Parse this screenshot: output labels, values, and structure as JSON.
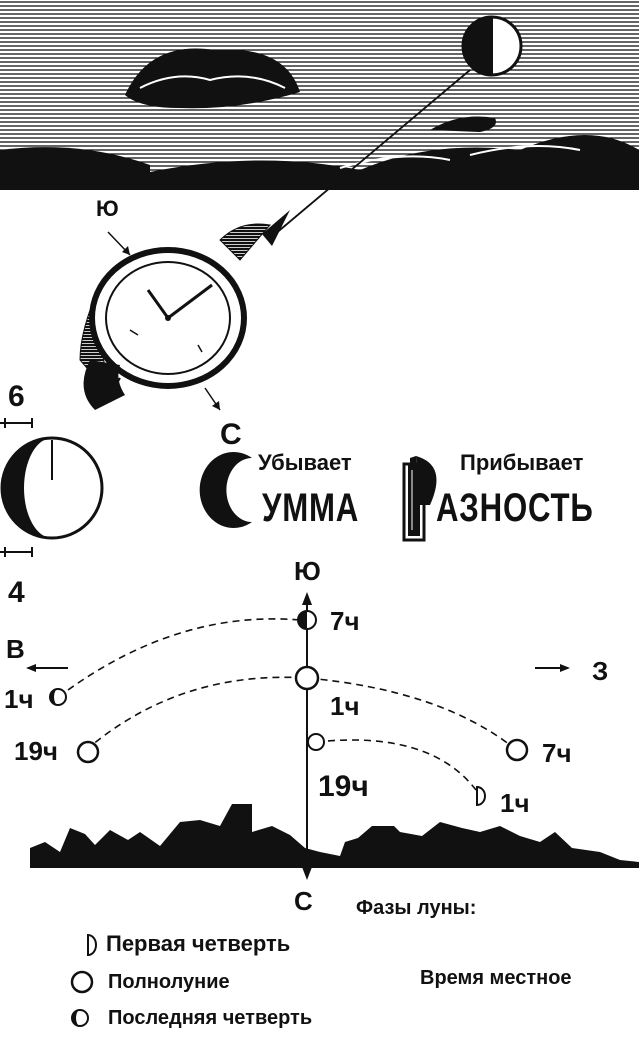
{
  "compass_top": {
    "south": "Ю",
    "north": "С"
  },
  "lunar_disc": {
    "upper_mark": "6",
    "lower_mark": "4"
  },
  "mnemonic": {
    "waning_label": "Убывает",
    "waning_word": "УММА",
    "waxing_label": "Прибывает",
    "waxing_word": "АЗНОСТЬ"
  },
  "sky_chart": {
    "south": "Ю",
    "north": "С",
    "east": "В",
    "west": "З",
    "times": {
      "upper_top": "7ч",
      "full_center": "1ч",
      "east_left": "1ч",
      "east_bottom": "19ч",
      "center_lower": "19ч",
      "west_right": "7ч",
      "west_bottom": "1ч"
    }
  },
  "legend": {
    "title": "Фазы луны:",
    "items": [
      {
        "symbol": "first-quarter",
        "label": "Первая четверть"
      },
      {
        "symbol": "full-moon",
        "label": "Полнолуние"
      },
      {
        "symbol": "last-quarter",
        "label": "Последняя четверть"
      }
    ],
    "note": "Время местное"
  },
  "colors": {
    "ink": "#111111",
    "paper": "#ffffff"
  }
}
